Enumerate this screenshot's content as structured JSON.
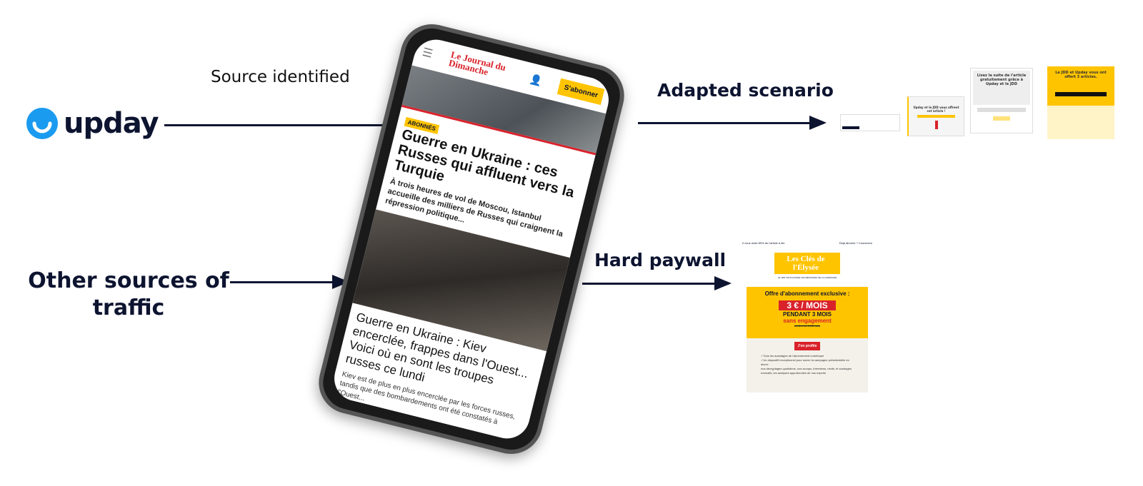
{
  "left": {
    "brand": "upday",
    "source_label": "Source identified",
    "other_label": "Other sources of traffic"
  },
  "right": {
    "adapted_label": "Adapted scenario",
    "hard_label": "Hard paywall"
  },
  "phone": {
    "logo": "Le Journal du Dimanche",
    "subscribe": "S'abonner",
    "badge": "ABONNÉS",
    "article1_title": "Guerre en Ukraine : ces Russes qui affluent vers la Turquie",
    "article1_text": "À trois heures de vol de Moscou, Istanbul accueille des milliers de Russes qui craignent la répression politique...",
    "article2_title": "Guerre en Ukraine : Kiev encerclée, frappes dans l'Ouest... Voici où en sont les troupes russes ce lundi",
    "article2_text": "Kiev est de plus en plus encerclée par les forces russes, tandis que des bombardements ont été constatés à l'Ouest..."
  },
  "thumbs": {
    "t2": "Upday et le JDD vous offrent cet article !",
    "t3": "Lisez la suite de l'article gratuitement grâce à Upday et le JDD",
    "t4": "Le JDD et Upday vous ont offert 3 articles."
  },
  "paywall": {
    "top_left": "Il vous reste 80% de l'article à lire",
    "top_right": "Déjà abonné ? Connexion",
    "brand": "Les Clés de l'Élysée",
    "tagline": "LE JDD VOUS DONNE LES RÉPONSES DE LA CAMPAGNE",
    "offer": "Offre d'abonnement exclusive :",
    "price": "3 € / MOIS",
    "duration": "PENDANT 3 MOIS",
    "no_commit": "sans engagement",
    "instead": "au lieu de 8,90/mois",
    "cta": "J'en profite",
    "benefits": [
      "✓Tous les avantages de l'abonnement numérique",
      "✓Un dispositif exceptionnel pour suivre la campagne présidentielle en direct :",
      "nos décryptages quotidiens, nos scoops, interviews, récits, et sondages exclusifs, les analyses approfondies de nos experts"
    ]
  },
  "colors": {
    "navy": "#0d1430",
    "upday_blue": "#1a9bf0",
    "jdd_yellow": "#ffc400",
    "jdd_red": "#d9222a"
  }
}
